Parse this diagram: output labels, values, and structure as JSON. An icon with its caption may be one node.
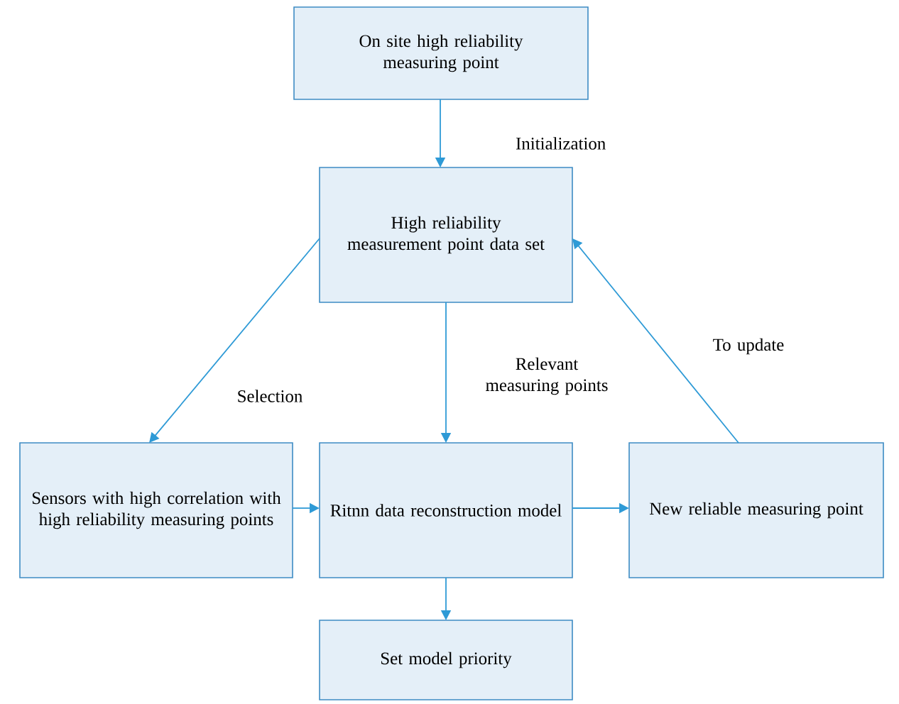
{
  "diagram": {
    "nodes": [
      {
        "text": [
          "On site high reliability measuring point"
        ]
      },
      {
        "text": [
          "High reliability measurement point data set"
        ]
      },
      {
        "text": [
          "Sensors with high correlation with high reliability measuring points"
        ]
      },
      {
        "text": [
          "Ritnn data reconstruction model"
        ]
      },
      {
        "text": [
          "New reliable measuring point"
        ]
      },
      {
        "text": [
          "Set model priority"
        ]
      }
    ],
    "edges": [
      {
        "from": 0,
        "to": 1,
        "arrow": "to",
        "label": "Initialization"
      },
      {
        "from": 1,
        "to": 2,
        "arrow": "to",
        "label": "Selection"
      },
      {
        "from": 1,
        "to": 3,
        "arrow": "to",
        "label": "Relevant measuring points"
      },
      {
        "from": 2,
        "to": 3,
        "arrow": "to"
      },
      {
        "from": 3,
        "to": 4,
        "arrow": "to"
      },
      {
        "from": 4,
        "to": 1,
        "arrow": "to",
        "label": "To update"
      },
      {
        "from": 3,
        "to": 5,
        "arrow": "to"
      }
    ]
  }
}
